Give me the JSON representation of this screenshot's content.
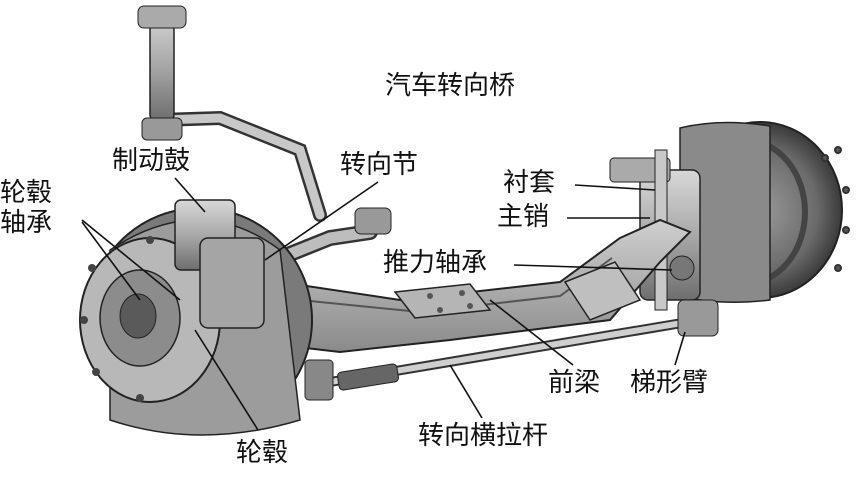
{
  "title": "汽车转向桥",
  "labels": {
    "lunguzhoucheng_1": "轮毂",
    "lunguzhoucheng_2": "轴承",
    "zhidonggu": "制动鼓",
    "zhuanxiangjie": "转向节",
    "chentao": "衬套",
    "zhuxiao": "主销",
    "tuilizhoucheng": "推力轴承",
    "qianliang": "前梁",
    "tixingbi": "梯形臂",
    "zhuanxianghenglagan": "转向横拉杆",
    "lungu": "轮毂"
  }
}
